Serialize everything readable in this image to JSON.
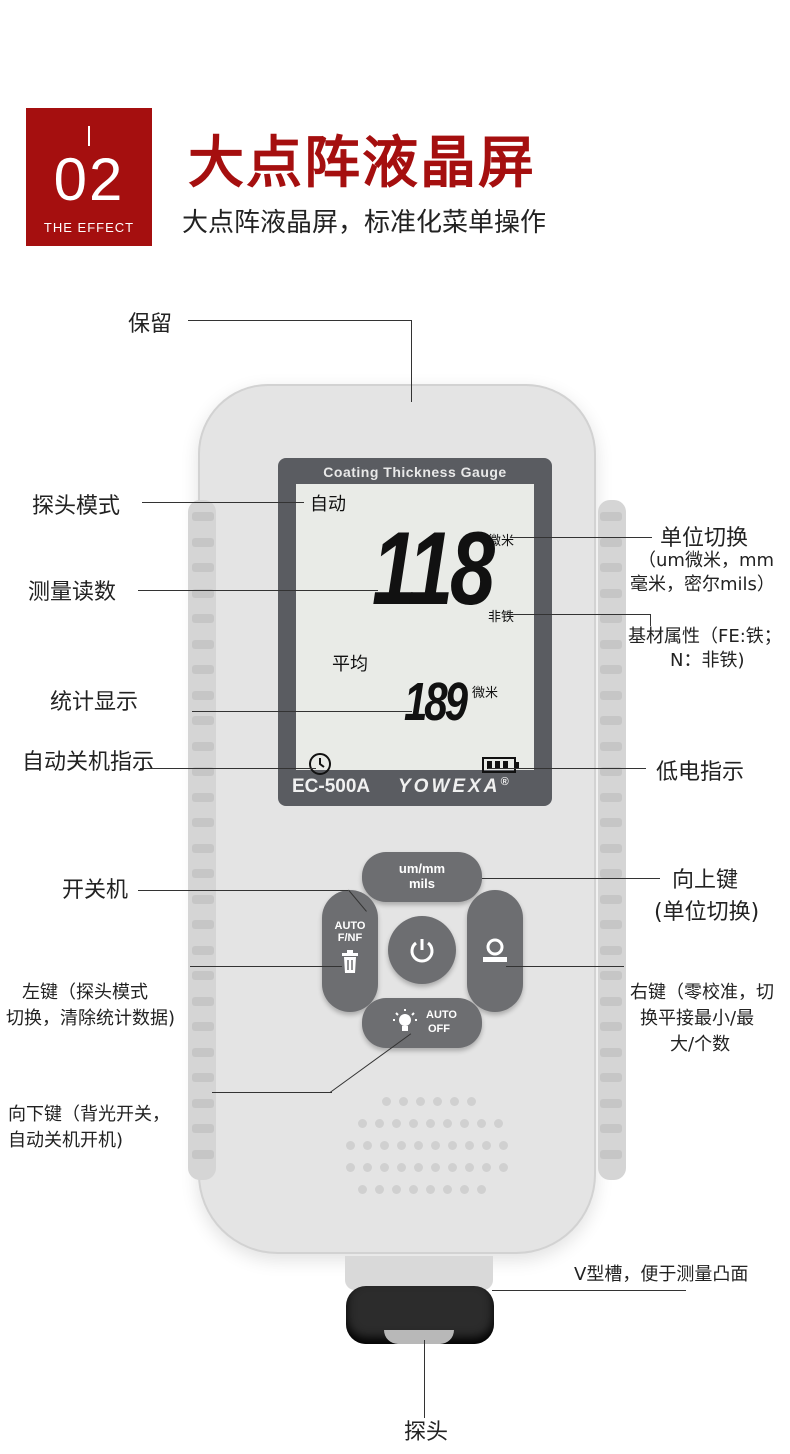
{
  "header": {
    "badge_number": "02",
    "badge_subtitle": "THE EFFECT",
    "title": "大点阵液晶屏",
    "subtitle": "大点阵液晶屏，标准化菜单操作"
  },
  "colors": {
    "accent": "#a50f0f",
    "device_body": "#e4e4e4",
    "button": "#6d6e71",
    "bezel": "#5a5c61",
    "lcd": "#e9ebe7"
  },
  "labels": {
    "reserved": "保留",
    "probe_mode": "探头模式",
    "reading": "测量读数",
    "statistics": "统计显示",
    "auto_off_indicator": "自动关机指示",
    "power": "开关机",
    "left_key_1": "左键（探头模式",
    "left_key_2": "切换，清除统计数据)",
    "down_key_1": "向下键（背光开关，",
    "down_key_2": "自动关机开机)",
    "unit_switch": "单位切换",
    "unit_switch_detail_1": "（um微米，mm",
    "unit_switch_detail_2": "毫米，密尔mils）",
    "substrate_1": "基材属性（FE:铁；",
    "substrate_2": "N：非铁)",
    "low_battery": "低电指示",
    "up_key_1": "向上键",
    "up_key_2": "(单位切换)",
    "right_key_1": "右键（零校准，切",
    "right_key_2": "换平接最小/最",
    "right_key_3": "大/个数",
    "v_groove": "V型槽，便于测量凸面",
    "probe": "探头"
  },
  "device": {
    "screen_title": "Coating Thickness Gauge",
    "model": "EC-500A",
    "brand": "YOWEXA",
    "registered": "®",
    "lcd": {
      "mode": "自动",
      "reading": "118",
      "unit": "微米",
      "substrate": "非铁",
      "avg_label": "平均",
      "avg_value": "189",
      "avg_unit": "微米"
    },
    "buttons": {
      "up_line1": "um/mm",
      "up_line2": "mils",
      "left_line1": "AUTO",
      "left_line2": "F/NF",
      "down_line1": "AUTO",
      "down_line2": "OFF"
    },
    "icons": [
      "clock-icon",
      "battery-icon",
      "trash-icon",
      "power-icon",
      "zero-icon",
      "bulb-icon"
    ]
  }
}
